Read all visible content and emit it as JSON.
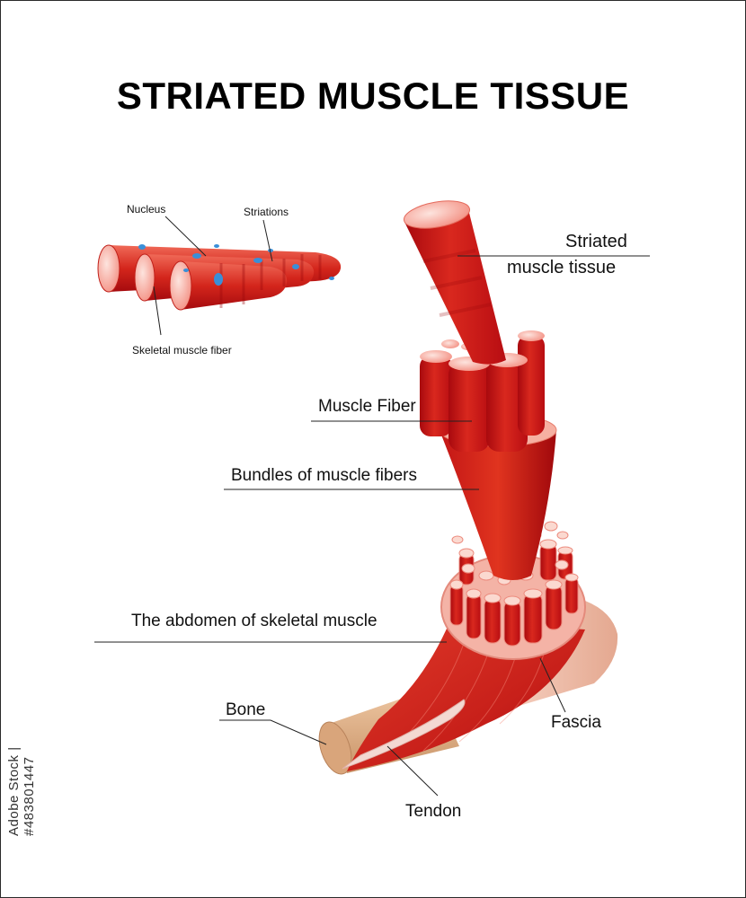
{
  "title": "STRIATED MUSCLE TISSUE",
  "labels": {
    "nucleus": "Nucleus",
    "striations": "Striations",
    "skeletal_fiber": "Skeletal muscle fiber",
    "striated_line1": "Striated",
    "striated_line2": "muscle tissue",
    "muscle_fiber": "Muscle Fiber",
    "bundles": "Bundles of muscle fibers",
    "abdomen": "The abdomen of skeletal muscle",
    "bone": "Bone",
    "fascia": "Fascia",
    "tendon": "Tendon"
  },
  "watermark": "Adobe Stock | #483801447",
  "colors": {
    "muscle_dark": "#b00a10",
    "muscle_mid": "#d9281e",
    "muscle_light": "#f07a6c",
    "muscle_pale": "#f8c2b8",
    "nucleus": "#3a8fd8",
    "bone": "#e3b48f",
    "fascia": "#f2c4b0"
  }
}
